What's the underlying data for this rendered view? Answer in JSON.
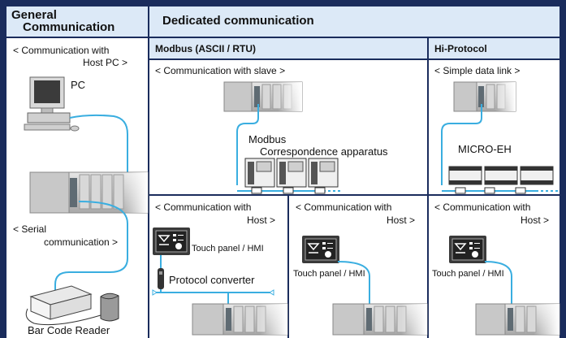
{
  "headers": {
    "general_line1": "General",
    "general_line2": "Communication",
    "dedicated": "Dedicated communication",
    "modbus": "Modbus (ASCII / RTU)",
    "hiprotocol": "Hi-Protocol"
  },
  "general": {
    "comm_line1": "< Communication with",
    "comm_line2": "Host PC >",
    "pc": "PC",
    "serial_line1": "< Serial",
    "serial_line2": "communication >",
    "barcode": "Bar Code Reader"
  },
  "modbus": {
    "slave": "< Communication with slave  >",
    "modbus_line1": "Modbus",
    "modbus_line2": "Correspondence apparatus"
  },
  "hi": {
    "datalink": "< Simple data link >",
    "micro": "MICRO-EH"
  },
  "bottom_left": {
    "comm_line1": "< Communication with",
    "comm_line2": "Host >",
    "hmi": "Touch panel / HMI",
    "converter": "Protocol converter"
  },
  "bottom_mid": {
    "comm_line1": "< Communication with",
    "comm_line2": "Host >",
    "hmi": "Touch panel / HMI"
  },
  "bottom_right": {
    "comm_line1": "< Communication with",
    "comm_line2": "Host >",
    "hmi": "Touch panel / HMI"
  },
  "colors": {
    "frame": "#1a2c5c",
    "header_bg": "#dce9f7",
    "cable": "#3aaee0",
    "page_bg": "#c9dcf0"
  }
}
